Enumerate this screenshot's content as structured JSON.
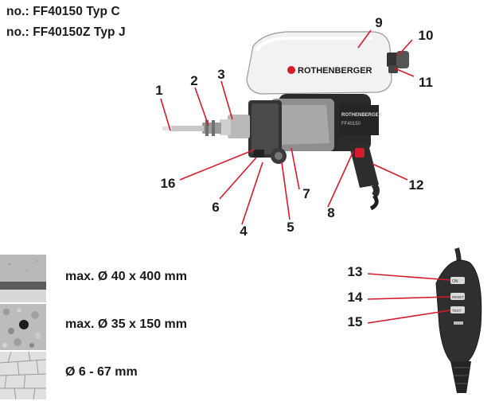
{
  "header": {
    "model_c": "no.: FF40150 Typ C",
    "model_j": "no.: FF40150Z Typ J"
  },
  "brand": {
    "logo_text": "ROTHENBERGER",
    "motor_label_1": "ROTHENBERGER",
    "motor_label_2": "FF40150"
  },
  "callouts": [
    "1",
    "2",
    "3",
    "4",
    "5",
    "6",
    "7",
    "8",
    "9",
    "10",
    "11",
    "12",
    "13",
    "14",
    "15",
    "16"
  ],
  "capacities": [
    {
      "material": "concrete",
      "text": "max. Ø 40 x 400 mm"
    },
    {
      "material": "reinforced concrete",
      "text": "max. Ø 35 x 150 mm"
    },
    {
      "material": "tiles",
      "text": "Ø 6 - 67 mm"
    }
  ],
  "prcd": {
    "button_on": "ON",
    "button_reset": "RESET",
    "button_test": "TEST"
  },
  "colors": {
    "callout_line": "#d61a2a",
    "tool_body": "#2b2b2b",
    "tank": "#f3f3f3"
  }
}
